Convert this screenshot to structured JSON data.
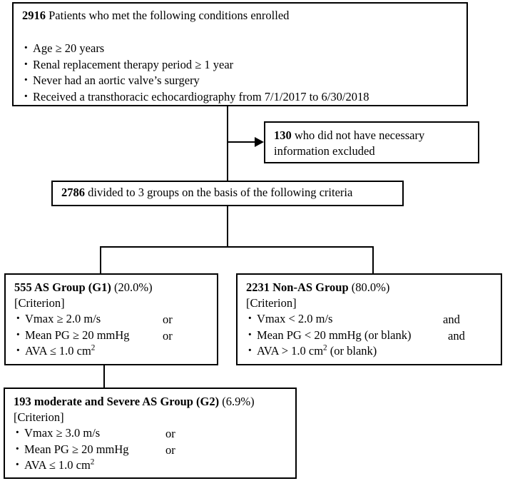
{
  "figure": {
    "type": "flowchart",
    "title": "Patient enrollment and group classification flow"
  },
  "nodes": {
    "enrolled": {
      "count": "2916",
      "headline": " Patients who met the following conditions enrolled",
      "criteria": [
        "Age ≥ 20 years",
        "Renal replacement therapy period ≥ 1 year",
        "Never had an aortic valve’s surgery",
        "Received a transthoracic echocardiography from 7/1/2017 to 6/30/2018"
      ]
    },
    "excluded": {
      "count": "130",
      "text_line1": " who did not have necessary",
      "text_line2": "information excluded"
    },
    "divided": {
      "count": "2786",
      "headline": " divided to 3 groups on the basis of the following criteria"
    },
    "as_group": {
      "count": "555",
      "name": " AS Group (G1)",
      "percent": " (20.0%)",
      "criterion_label": "[Criterion]",
      "criteria": [
        {
          "text": "Vmax ≥ 2.0 m/s",
          "conjunction": "or"
        },
        {
          "text": "Mean PG ≥ 20 mmHg",
          "conjunction": "or"
        },
        {
          "text": "AVA ≤ 1.0 cm",
          "sup": "2",
          "conjunction": ""
        }
      ]
    },
    "non_as_group": {
      "count": "2231",
      "name": " Non-AS Group",
      "percent": " (80.0%)",
      "criterion_label": "[Criterion]",
      "criteria": [
        {
          "text": "Vmax < 2.0 m/s",
          "conjunction": "and"
        },
        {
          "text": "Mean PG < 20 mmHg (or blank)",
          "conjunction": "and"
        },
        {
          "text": "AVA > 1.0 cm",
          "sup": "2",
          "suffix": " (or blank)",
          "conjunction": ""
        }
      ]
    },
    "moderate_severe": {
      "count": "193",
      "name": " moderate and Severe AS Group (G2)",
      "percent": " (6.9%)",
      "criterion_label": "[Criterion]",
      "criteria": [
        {
          "text": "Vmax ≥ 3.0 m/s",
          "conjunction": "or"
        },
        {
          "text": "Mean PG ≥ 20 mmHg",
          "conjunction": "or"
        },
        {
          "text": "AVA ≤ 1.0 cm",
          "sup": "2",
          "conjunction": ""
        }
      ]
    }
  },
  "colors": {
    "border": "#000000",
    "background": "#ffffff",
    "text": "#000000"
  }
}
